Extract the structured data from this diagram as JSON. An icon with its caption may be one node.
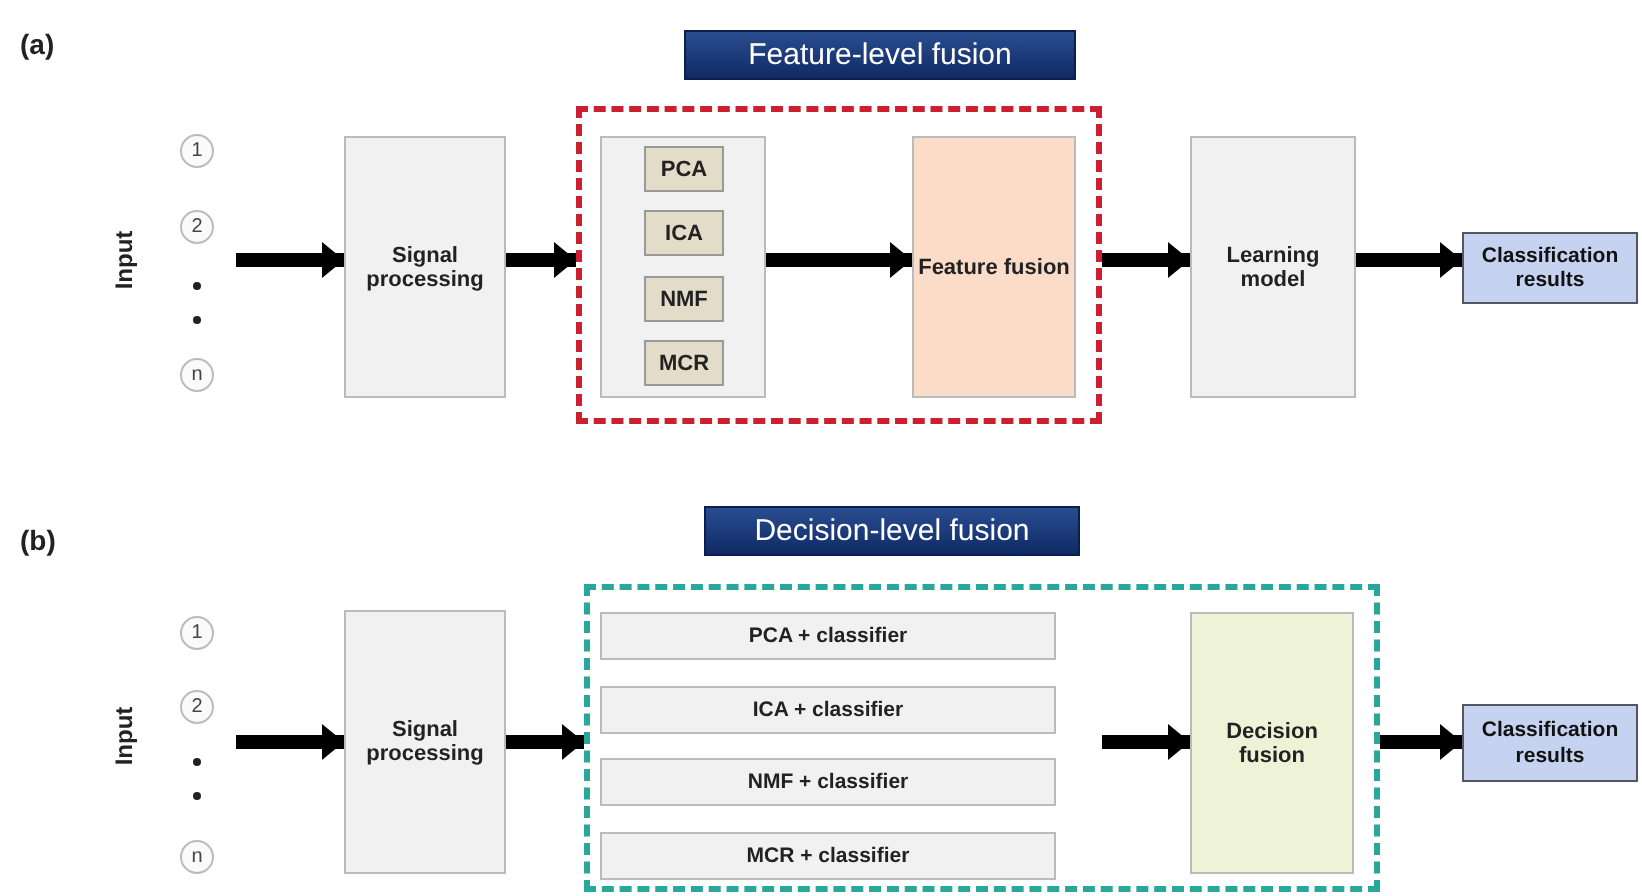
{
  "diagram": {
    "nodes": [
      {
        "text": [
          "1"
        ]
      },
      {
        "text": [
          "2"
        ]
      },
      {
        "text": [
          "n"
        ]
      },
      {
        "text": [
          "Signal processing"
        ]
      },
      {
        "text": [
          "Feature-level fusion"
        ]
      },
      {
        "text": [],
        "shape": "box"
      },
      {
        "text": [],
        "shape": "box",
        "in": 5
      },
      {
        "text": [
          "PCA"
        ],
        "in": 6
      },
      {
        "text": [
          "ICA"
        ],
        "in": 6
      },
      {
        "text": [
          "NMF"
        ],
        "in": 6
      },
      {
        "text": [
          "MCR"
        ],
        "in": 6
      },
      {
        "text": [
          "Feature fusion"
        ],
        "in": 5
      },
      {
        "text": [
          "Learning model"
        ]
      },
      {
        "text": [
          "Classification results"
        ]
      },
      {
        "text": [
          "1"
        ]
      },
      {
        "text": [
          "2"
        ]
      },
      {
        "text": [
          "n"
        ]
      },
      {
        "text": [
          "Signal processing"
        ]
      },
      {
        "text": [
          "Decision-level fusion"
        ]
      },
      {
        "text": [],
        "shape": "box"
      },
      {
        "text": [
          "PCA + classifier"
        ],
        "in": 19
      },
      {
        "text": [
          "ICA + classifier"
        ],
        "in": 19
      },
      {
        "text": [
          "NMF + classifier"
        ],
        "in": 19
      },
      {
        "text": [
          "MCR + classifier"
        ],
        "in": 19
      },
      {
        "text": [
          "Decision fusion"
        ],
        "in": 19
      },
      {
        "text": [
          "Classification results"
        ]
      }
    ],
    "edges": [
      {
        "from": null,
        "to": 3,
        "arrow": "to"
      },
      {
        "from": 3,
        "to": 5,
        "arrow": "to"
      },
      {
        "from": 6,
        "to": 11,
        "arrow": "to"
      },
      {
        "from": 5,
        "to": 12,
        "arrow": "to"
      },
      {
        "from": 12,
        "to": 13,
        "arrow": "to"
      },
      {
        "from": null,
        "to": 17,
        "arrow": "to"
      },
      {
        "from": 17,
        "to": 19,
        "arrow": "to"
      },
      {
        "from": null,
        "to": 24,
        "arrow": "to"
      },
      {
        "from": 19,
        "to": 25,
        "arrow": "to"
      }
    ],
    "labels": [
      "(a)",
      "Input",
      "(b)",
      "Input"
    ]
  }
}
